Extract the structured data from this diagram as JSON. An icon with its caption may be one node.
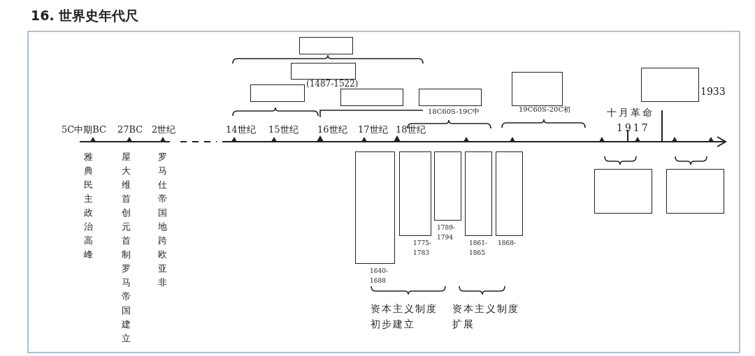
{
  "diagram": {
    "title": "16. 世界史年代尺",
    "nodes": [
      {
        "text": [],
        "shape": "box"
      },
      {
        "text": [],
        "shape": "box",
        "beside": [
          "(1487-1522)"
        ]
      },
      {
        "text": [],
        "shape": "box"
      },
      {
        "text": [],
        "shape": "box"
      },
      {
        "text": [],
        "shape": "box"
      },
      {
        "text": [],
        "shape": "box"
      },
      {
        "text": [],
        "shape": "box",
        "beside": [
          "1933"
        ]
      },
      {
        "text": [],
        "shape": "box",
        "beside": [
          "1640- 1688"
        ]
      },
      {
        "text": [],
        "shape": "box",
        "beside": [
          "1775- 1783"
        ]
      },
      {
        "text": [],
        "shape": "box",
        "beside": [
          "1789- 1794"
        ]
      },
      {
        "text": [],
        "shape": "box",
        "beside": [
          "1861- 1865"
        ]
      },
      {
        "text": [],
        "shape": "box",
        "beside": [
          "1868-"
        ]
      },
      {
        "text": [],
        "shape": "box"
      },
      {
        "text": [],
        "shape": "box"
      }
    ],
    "edges": [],
    "labels": [
      "18C60S-19C中",
      "19C60S-20C初",
      "十月革命",
      "5C中期BC",
      "27BC",
      "2世纪",
      "14世纪",
      "15世纪",
      "16世纪",
      "17世纪",
      "18世纪",
      "1917",
      "雅典民主政治高峰",
      "屋大维首创元首制罗马帝国建立",
      "罗马仕帝国地跨欧亚非",
      "资本主义制度初步建立",
      "资本主义制度扩展"
    ]
  }
}
